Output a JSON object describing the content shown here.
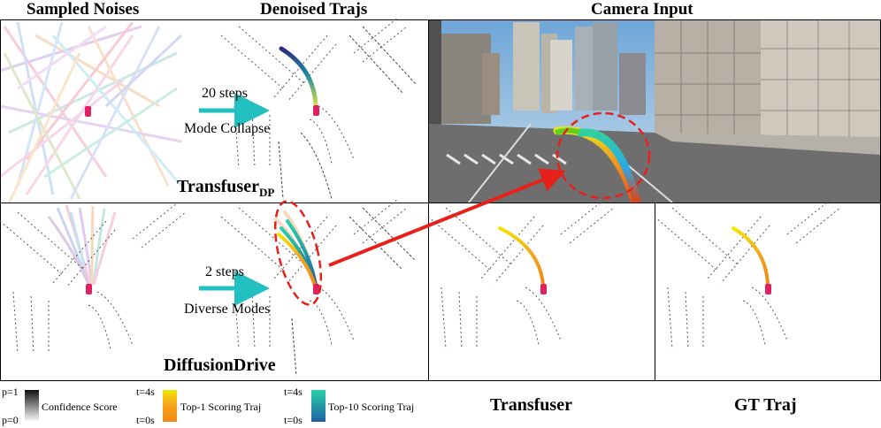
{
  "headers": {
    "sampled_noises": "Sampled Noises",
    "denoised_trajs": "Denoised Trajs",
    "camera_input": "Camera Input"
  },
  "panels": {
    "transfuser_dp": {
      "title_main": "Transfuser",
      "title_sub": "DP",
      "steps": "20 steps",
      "note": "Mode Collapse"
    },
    "diffusiondrive": {
      "title": "DiffusionDrive",
      "steps": "2 steps",
      "note": "Diverse Modes"
    }
  },
  "legend": {
    "p_high": "p=1",
    "p_low": "p=0",
    "confidence": "Confidence Score",
    "t_end_1": "t=4s",
    "t_start_1": "t=0s",
    "top1": "Top-1 Scoring Traj",
    "t_end_2": "t=4s",
    "t_start_2": "t=0s",
    "top10": "Top-10 Scoring Traj"
  },
  "captions": {
    "transfuser": "Transfuser",
    "gt": "GT Traj"
  },
  "colors": {
    "arrow_teal": "#22c0c0",
    "highlight_red": "#e8201a",
    "top1_start": "#f08a10",
    "top1_end": "#f4e400",
    "top10_start": "#1e5fa0",
    "top10_end": "#28d2a8",
    "vehicle": "#e02060"
  }
}
